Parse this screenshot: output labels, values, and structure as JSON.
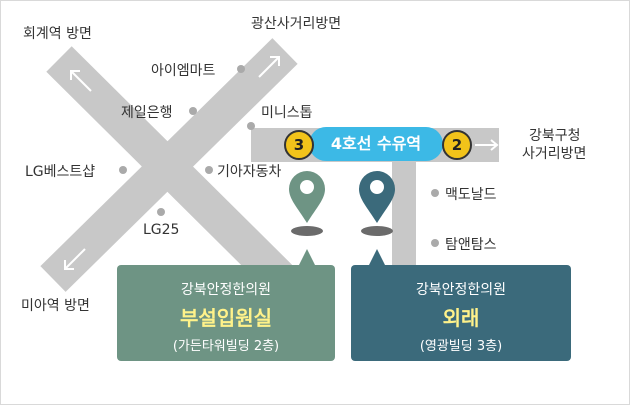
{
  "map": {
    "directions": {
      "top_left": "회계역 방면",
      "top_right": "광산사거리방면",
      "bottom_left": "미아역 방면",
      "right": [
        "강북구청",
        "사거리방면"
      ]
    },
    "landmarks": {
      "imart": "아이엠마트",
      "bank": "제일은행",
      "ministop": "미니스톱",
      "lg_best": "LG베스트샵",
      "kia": "기아자동차",
      "lg25": "LG25",
      "mcd": "맥도날드",
      "tamtam": "탐앤탐스"
    },
    "station": "4호선 수유역",
    "exits": {
      "left": "3",
      "right": "2"
    }
  },
  "clinics": [
    {
      "name": "강북안정한의원",
      "branch": "부설입원실",
      "building": "(가든타워빌딩 2층)",
      "color": "#6e9484",
      "accent": "#fff28a"
    },
    {
      "name": "강북안정한의원",
      "branch": "외래",
      "building": "(영광빌딩 3층)",
      "color": "#3b6a7b",
      "accent": "#fff28a"
    }
  ],
  "colors": {
    "road": "#c8c8c8",
    "station": "#3cb9e6",
    "exit": "#f2c31a"
  }
}
